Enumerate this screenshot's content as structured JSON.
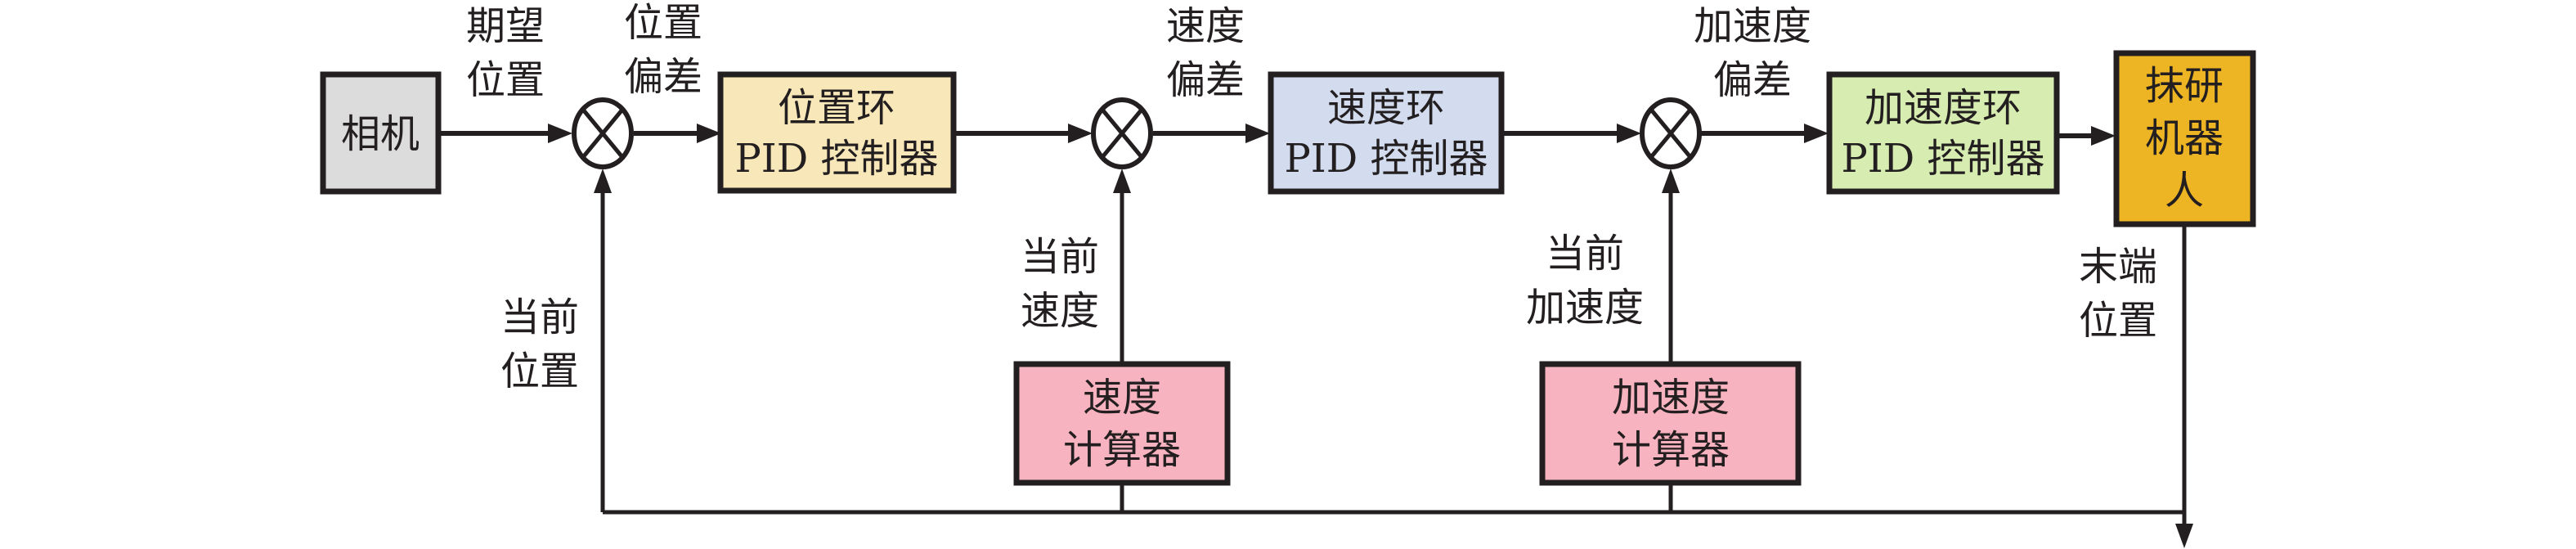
{
  "diagram": {
    "type": "control-block-diagram",
    "colors": {
      "camera_fill": "#dcdcdc",
      "position_pid_fill": "#f8e8b9",
      "velocity_pid_fill": "#d3dbee",
      "acceleration_pid_fill": "#d6ecb0",
      "robot_fill": "#edb524",
      "calculator_fill": "#f7b3bf",
      "line_color": "#231f20"
    },
    "blocks": {
      "camera": {
        "lines": [
          "相机"
        ]
      },
      "position_pid": {
        "lines": [
          "位置环",
          "PID 控制器"
        ]
      },
      "velocity_pid": {
        "lines": [
          "速度环",
          "PID 控制器"
        ]
      },
      "acceleration_pid": {
        "lines": [
          "加速度环",
          "PID 控制器"
        ]
      },
      "robot": {
        "lines": [
          "抹研",
          "机器",
          "人"
        ]
      },
      "velocity_calc": {
        "lines": [
          "速度",
          "计算器"
        ]
      },
      "acceleration_calc": {
        "lines": [
          "加速度",
          "计算器"
        ]
      }
    },
    "signals": {
      "desired_position": [
        "期望",
        "位置"
      ],
      "position_error": [
        "位置",
        "偏差"
      ],
      "velocity_error": [
        "速度",
        "偏差"
      ],
      "acceleration_error": [
        "加速度",
        "偏差"
      ],
      "current_position": [
        "当前",
        "位置"
      ],
      "current_velocity": [
        "当前",
        "速度"
      ],
      "current_acceleration": [
        "当前",
        "加速度"
      ],
      "end_position": [
        "末端",
        "位置"
      ]
    },
    "junction_symbol": "⊗"
  }
}
